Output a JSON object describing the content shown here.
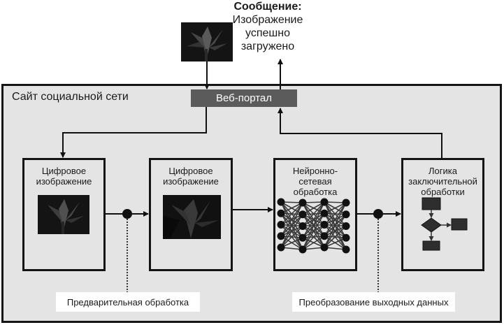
{
  "message": {
    "heading": "Сообщение:",
    "lines": [
      "Изображение",
      "успешно",
      "загружено"
    ]
  },
  "frame": {
    "title": "Сайт социальной сети"
  },
  "portal": {
    "label": "Веб-портал"
  },
  "stages": [
    {
      "title_lines": [
        "Цифровое",
        "изображение"
      ],
      "content": "photo-original"
    },
    {
      "title_lines": [
        "Цифровое",
        "изображение"
      ],
      "content": "photo-processed"
    },
    {
      "title_lines": [
        "Нейронно-",
        "сетевая",
        "обработка"
      ],
      "content": "neural-network"
    },
    {
      "title_lines": [
        "Логика",
        "заключительной",
        "обработки"
      ],
      "content": "flowchart"
    }
  ],
  "annotations": {
    "preprocessing": "Предварительная обработка",
    "output_transform": "Преобразование выходных данных"
  },
  "neural_network": {
    "layers": [
      5,
      5,
      5,
      5
    ]
  },
  "colors": {
    "frame_bg": "#e4e4e4",
    "portal_bg": "#5b5b5b",
    "stroke": "#141414",
    "shape_fill": "#2e2e2e"
  }
}
